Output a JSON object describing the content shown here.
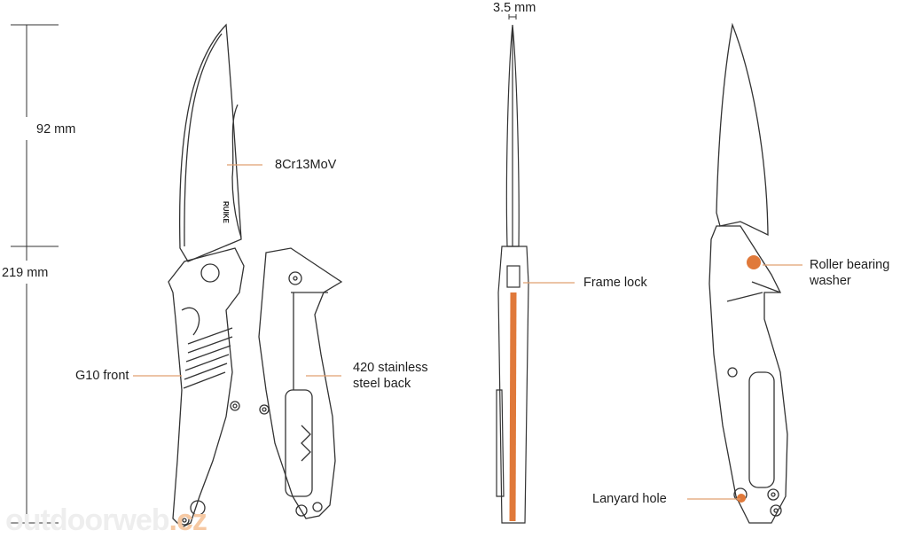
{
  "dimensions": {
    "blade_length": "92 mm",
    "overall_length": "219 mm",
    "blade_thickness": "3.5 mm"
  },
  "callouts": {
    "blade_steel": "8Cr13MoV",
    "front_handle": "G10 front",
    "back_handle_line1": "420 stainless",
    "back_handle_line2": "steel back",
    "lock": "Frame lock",
    "washer_line1": "Roller bearing",
    "washer_line2": "washer",
    "lanyard": "Lanyard hole"
  },
  "brand_engraving": "RUIKE",
  "watermark": {
    "main": "outdoorweb",
    "suffix": ".cz"
  },
  "colors": {
    "accent": "#e0793a",
    "line": "#222222"
  }
}
